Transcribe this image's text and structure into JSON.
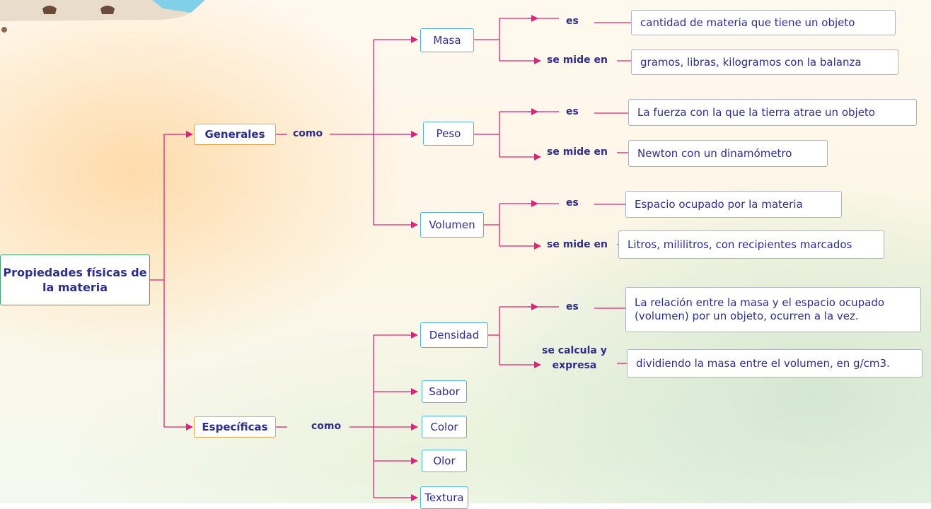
{
  "root": {
    "label": "Propiedades físicas de la materia"
  },
  "branches": {
    "generales": {
      "label": "Generales",
      "connector": "como"
    },
    "especificas": {
      "label": "Específicas",
      "connector": "como"
    }
  },
  "properties": {
    "masa": {
      "label": "Masa",
      "es_label": "es",
      "es_value": "cantidad de materia que tiene un objeto",
      "mide_label": "se mide en",
      "mide_value": "gramos, libras, kilogramos con la balanza"
    },
    "peso": {
      "label": "Peso",
      "es_label": "es",
      "es_value": "La fuerza con la que la tierra atrae un objeto",
      "mide_label": "se mide en",
      "mide_value": "Newton con un dinamómetro"
    },
    "volumen": {
      "label": "Volumen",
      "es_label": "es",
      "es_value": "Espacio ocupado por la materia",
      "mide_label": "se mide en",
      "mide_value": "Litros, mililitros, con recipientes marcados"
    },
    "densidad": {
      "label": "Densidad",
      "es_label": "es",
      "es_value": "La relación entre la masa y el espacio ocupado (volumen) por un objeto, ocurren a la vez.",
      "calc_label": "se calcula y expresa",
      "calc_value": "dividiendo la masa entre el volumen, en g/cm3."
    },
    "sabor": {
      "label": "Sabor"
    },
    "color": {
      "label": "Color"
    },
    "olor": {
      "label": "Olor"
    },
    "textura": {
      "label": "Textura"
    }
  },
  "colors": {
    "connector": "#e0207a",
    "text": "#2e2e86",
    "box_blue": "#4fb2df",
    "box_orange": "#f2a14c",
    "box_green": "#3ea66a"
  }
}
